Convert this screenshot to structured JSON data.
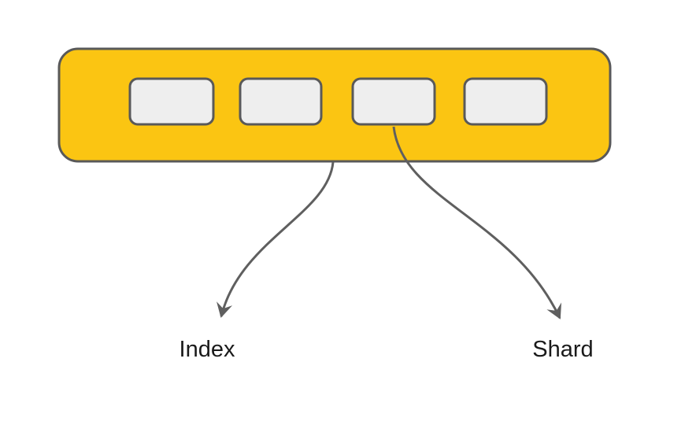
{
  "diagram": {
    "labels": {
      "index": "Index",
      "shard": "Shard"
    },
    "colors": {
      "index_fill": "#FBC512",
      "index_stroke": "#595959",
      "shard_fill": "#EEEEEE",
      "shard_stroke": "#595959",
      "arrow": "#5F5F5F",
      "text": "#1A1A1A",
      "background": "#FFFFFF"
    },
    "shard_count": 4
  }
}
